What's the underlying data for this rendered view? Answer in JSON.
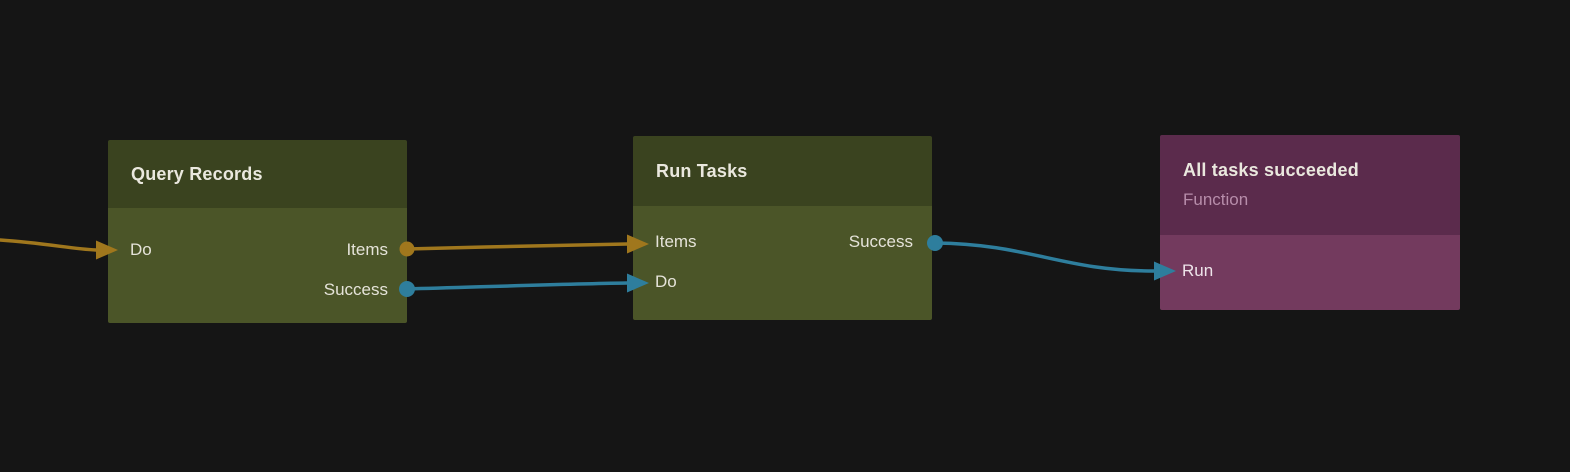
{
  "canvas": {
    "background_color": "#151515"
  },
  "palette": {
    "green_node_header": "#3a431f",
    "green_node_body": "#4b5528",
    "purple_node_header": "#5b2b4c",
    "purple_node_body": "#733a5e",
    "wire_items_color": "#a0771d",
    "wire_success_color": "#2e7e9d",
    "title_text": "#eae8de",
    "port_text": "#e5e3d9",
    "subtitle_text": "#b78daa"
  },
  "nodes": [
    {
      "title": "Query Records",
      "inputs": [
        {
          "label": "Do"
        }
      ],
      "outputs": [
        {
          "label": "Items"
        },
        {
          "label": "Success"
        }
      ]
    },
    {
      "title": "Run Tasks",
      "inputs": [
        {
          "label": "Items"
        },
        {
          "label": "Do"
        }
      ],
      "outputs": [
        {
          "label": "Success"
        }
      ]
    },
    {
      "title": "All tasks succeeded",
      "subtitle": "Function",
      "inputs": [
        {
          "label": "Run"
        }
      ],
      "outputs": []
    }
  ],
  "edges": [
    {
      "from": "offscreen-left",
      "to": "Query Records / Do",
      "color": "#a0771d"
    },
    {
      "from": "Query Records / Items",
      "to": "Run Tasks / Items",
      "color": "#a0771d"
    },
    {
      "from": "Query Records / Success",
      "to": "Run Tasks / Do",
      "color": "#2e7e9d"
    },
    {
      "from": "Run Tasks / Success",
      "to": "All tasks succeeded / Run",
      "color": "#2e7e9d"
    }
  ]
}
